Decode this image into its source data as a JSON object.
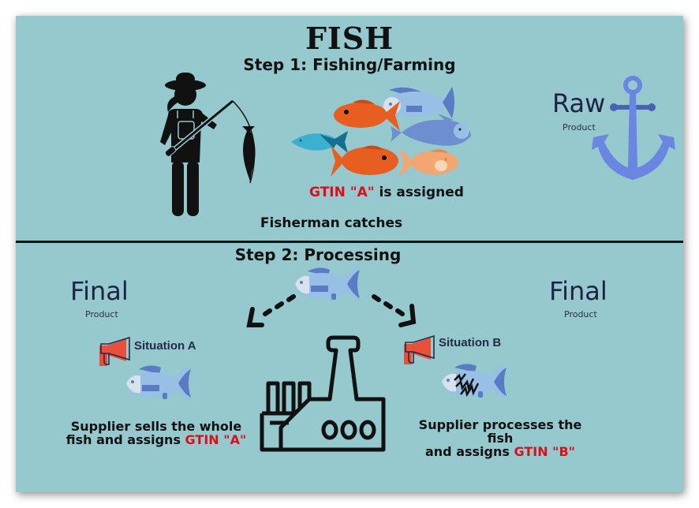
{
  "title": "FISH",
  "step1": {
    "heading": "Step 1: Fishing/Farming",
    "gtin_prefix": "GTIN \"A\"",
    "gtin_suffix": " is assigned",
    "caption": "Fisherman catches",
    "label_big": "Raw",
    "label_small": "Product"
  },
  "step2": {
    "heading": "Step 2: Processing",
    "left": {
      "label_big": "Final",
      "label_small": "Product",
      "situation": "Situation A",
      "caption_line1": "Supplier sells the whole",
      "caption_line2_prefix": "fish and assigns ",
      "caption_line2_red": "GTIN \"A\""
    },
    "right": {
      "label_big": "Final",
      "label_small": "Product",
      "situation": "Situation B",
      "caption_line1": "Supplier processes the fish",
      "caption_line2_prefix": "and assigns ",
      "caption_line2_red": "GTIN \"B\""
    }
  },
  "colors": {
    "background": "#95c9cd",
    "accent_red": "#d8101c",
    "anchor": "#6b86e0",
    "fish_blue": "#8fb8e6",
    "fish_dark_blue": "#4f6fb8",
    "fish_orange": "#e85d20",
    "megaphone": "#e8503a"
  }
}
